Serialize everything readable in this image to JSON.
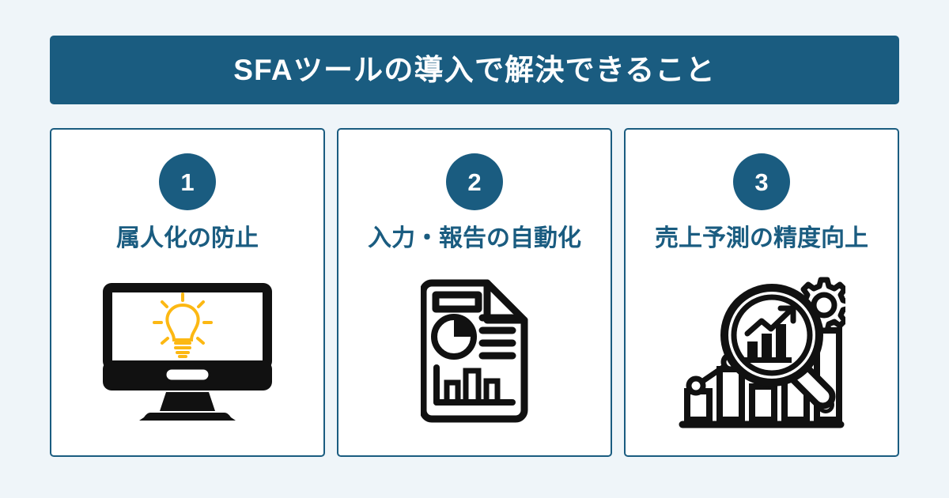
{
  "header": {
    "title": "SFAツールの導入で解決できること",
    "background_color": "#1a5c80",
    "text_color": "#ffffff"
  },
  "page": {
    "background_color": "#eff5f9",
    "accent_color": "#1a5c80",
    "highlight_color": "#fcb813",
    "icon_color": "#111111"
  },
  "cards": [
    {
      "number": "1",
      "title": "属人化の防止",
      "icon_name": "desktop-monitor-lightbulb-icon"
    },
    {
      "number": "2",
      "title": "入力・報告の自動化",
      "icon_name": "report-document-chart-icon"
    },
    {
      "number": "3",
      "title": "売上予測の精度向上",
      "icon_name": "magnifier-gear-bar-chart-icon"
    }
  ]
}
